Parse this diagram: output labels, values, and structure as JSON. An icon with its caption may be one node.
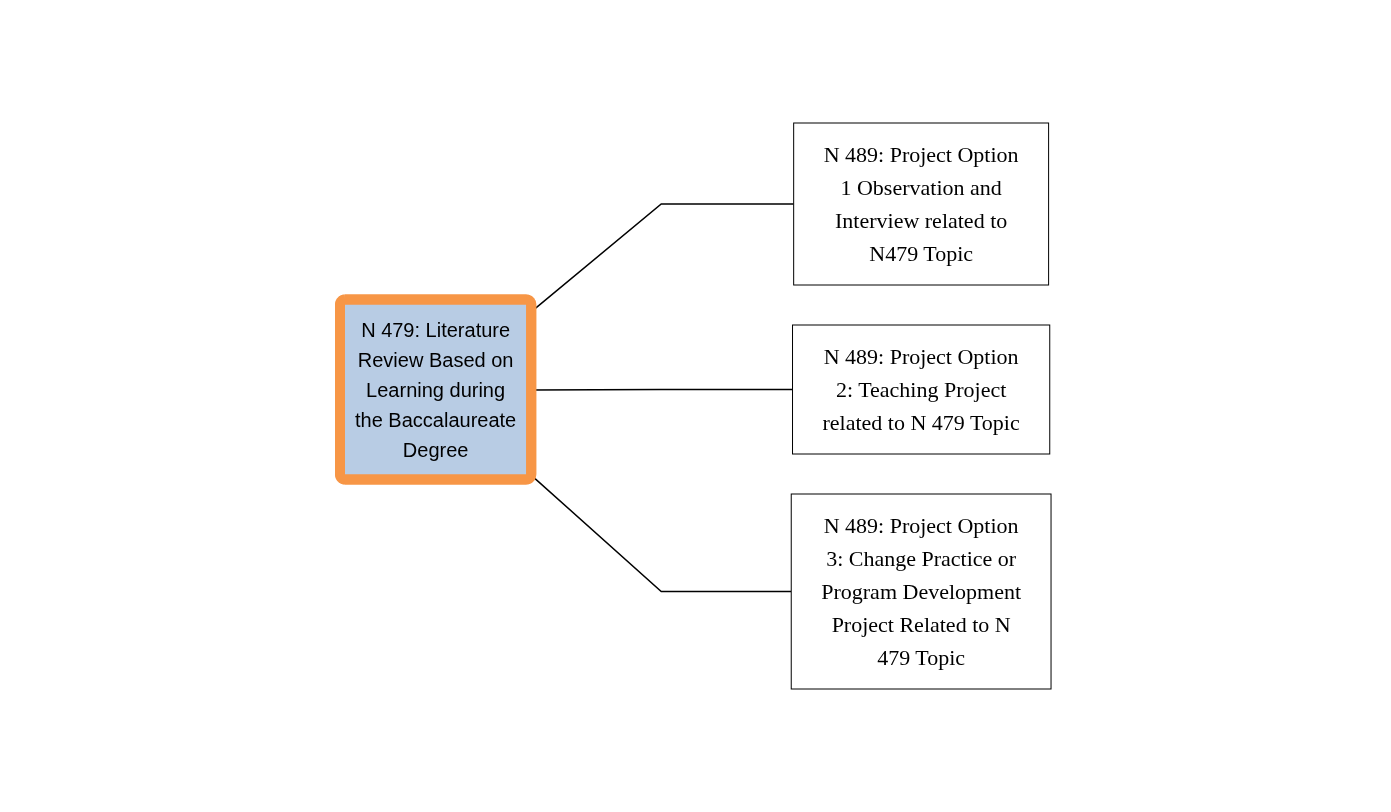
{
  "diagram": {
    "nodes": [
      {
        "text": [
          "N 479: Literature Review Based on Learning during the Baccalaureate Degree"
        ]
      },
      {
        "text": [
          "N 489: Project Option 1 Observation and Interview related to N479 Topic"
        ]
      },
      {
        "text": [
          "N 489: Project Option 2: Teaching Project related to N 479 Topic"
        ]
      },
      {
        "text": [
          "N 489: Project Option 3: Change Practice or Program Development Project Related to N 479 Topic"
        ]
      }
    ],
    "edges": [
      {
        "from": 0,
        "to": 1,
        "arrow": "none"
      },
      {
        "from": 0,
        "to": 2,
        "arrow": "none"
      },
      {
        "from": 0,
        "to": 3,
        "arrow": "none"
      }
    ]
  }
}
